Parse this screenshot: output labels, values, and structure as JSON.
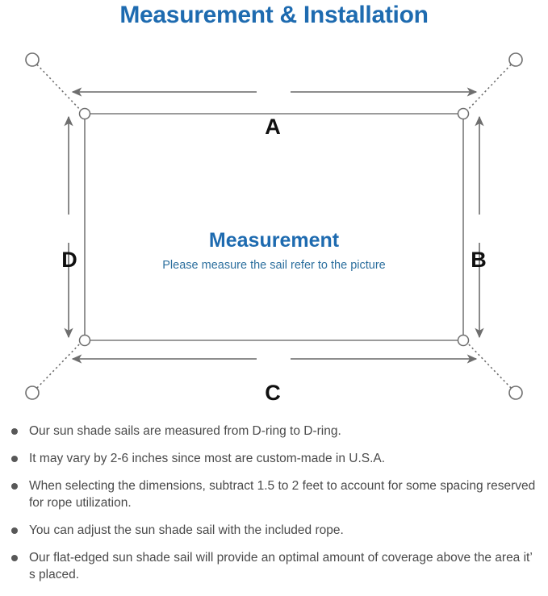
{
  "page": {
    "title": "Measurement & Installation",
    "title_color": "#1e6bb0"
  },
  "diagram": {
    "center_title": "Measurement",
    "center_subtitle": "Please measure the sail refer to the picture",
    "dimension_labels": {
      "top": "A",
      "right": "B",
      "bottom": "C",
      "left": "D"
    },
    "line_color": "#7d7d7d",
    "sail_border_color": "#7a7a7a",
    "anchor_count": 4,
    "d_ring_count": 4
  },
  "notes": [
    "Our sun shade sails are measured from D-ring to D-ring.",
    "It may vary by 2-6 inches since most are custom-made in U.S.A.",
    "When selecting the dimensions, subtract 1.5 to 2 feet to account for some spacing reserved for rope utilization.",
    "You can adjust the sun shade sail with the included rope.",
    "Our flat-edged sun shade sail will provide an optimal amount of coverage above the area it’ s placed."
  ]
}
